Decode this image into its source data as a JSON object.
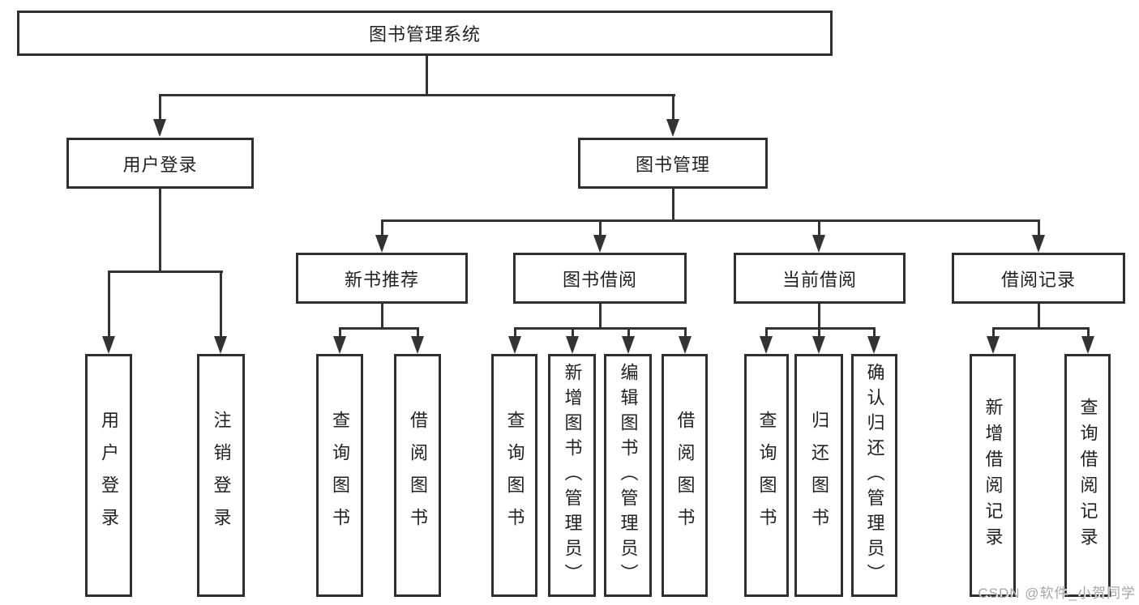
{
  "diagram": {
    "root": {
      "label": "图书管理系统"
    },
    "level2": [
      {
        "label": "用户登录"
      },
      {
        "label": "图书管理"
      }
    ],
    "level3": [
      {
        "label": "新书推荐"
      },
      {
        "label": "图书借阅"
      },
      {
        "label": "当前借阅"
      },
      {
        "label": "借阅记录"
      }
    ],
    "leaves": {
      "user_login": [
        {
          "label": "用户登录"
        },
        {
          "label": "注销登录"
        }
      ],
      "new_book": [
        {
          "label": "查询图书"
        },
        {
          "label": "借阅图书"
        }
      ],
      "book_borrow": [
        {
          "label": "查询图书"
        },
        {
          "label": "新增图书（管理员）"
        },
        {
          "label": "编辑图书（管理员）"
        },
        {
          "label": "借阅图书"
        }
      ],
      "current_borrow": [
        {
          "label": "查询图书"
        },
        {
          "label": "归还图书"
        },
        {
          "label": "确认归还（管理员）"
        }
      ],
      "borrow_record": [
        {
          "label": "新增借阅记录"
        },
        {
          "label": "查询借阅记录"
        }
      ]
    },
    "watermark": "CSDN @软件_小贺同学",
    "colors": {
      "line": "#333333",
      "border": "#2f2f2f",
      "text": "#222222",
      "background": "#ffffff",
      "watermark": "#a6a6a6"
    }
  }
}
